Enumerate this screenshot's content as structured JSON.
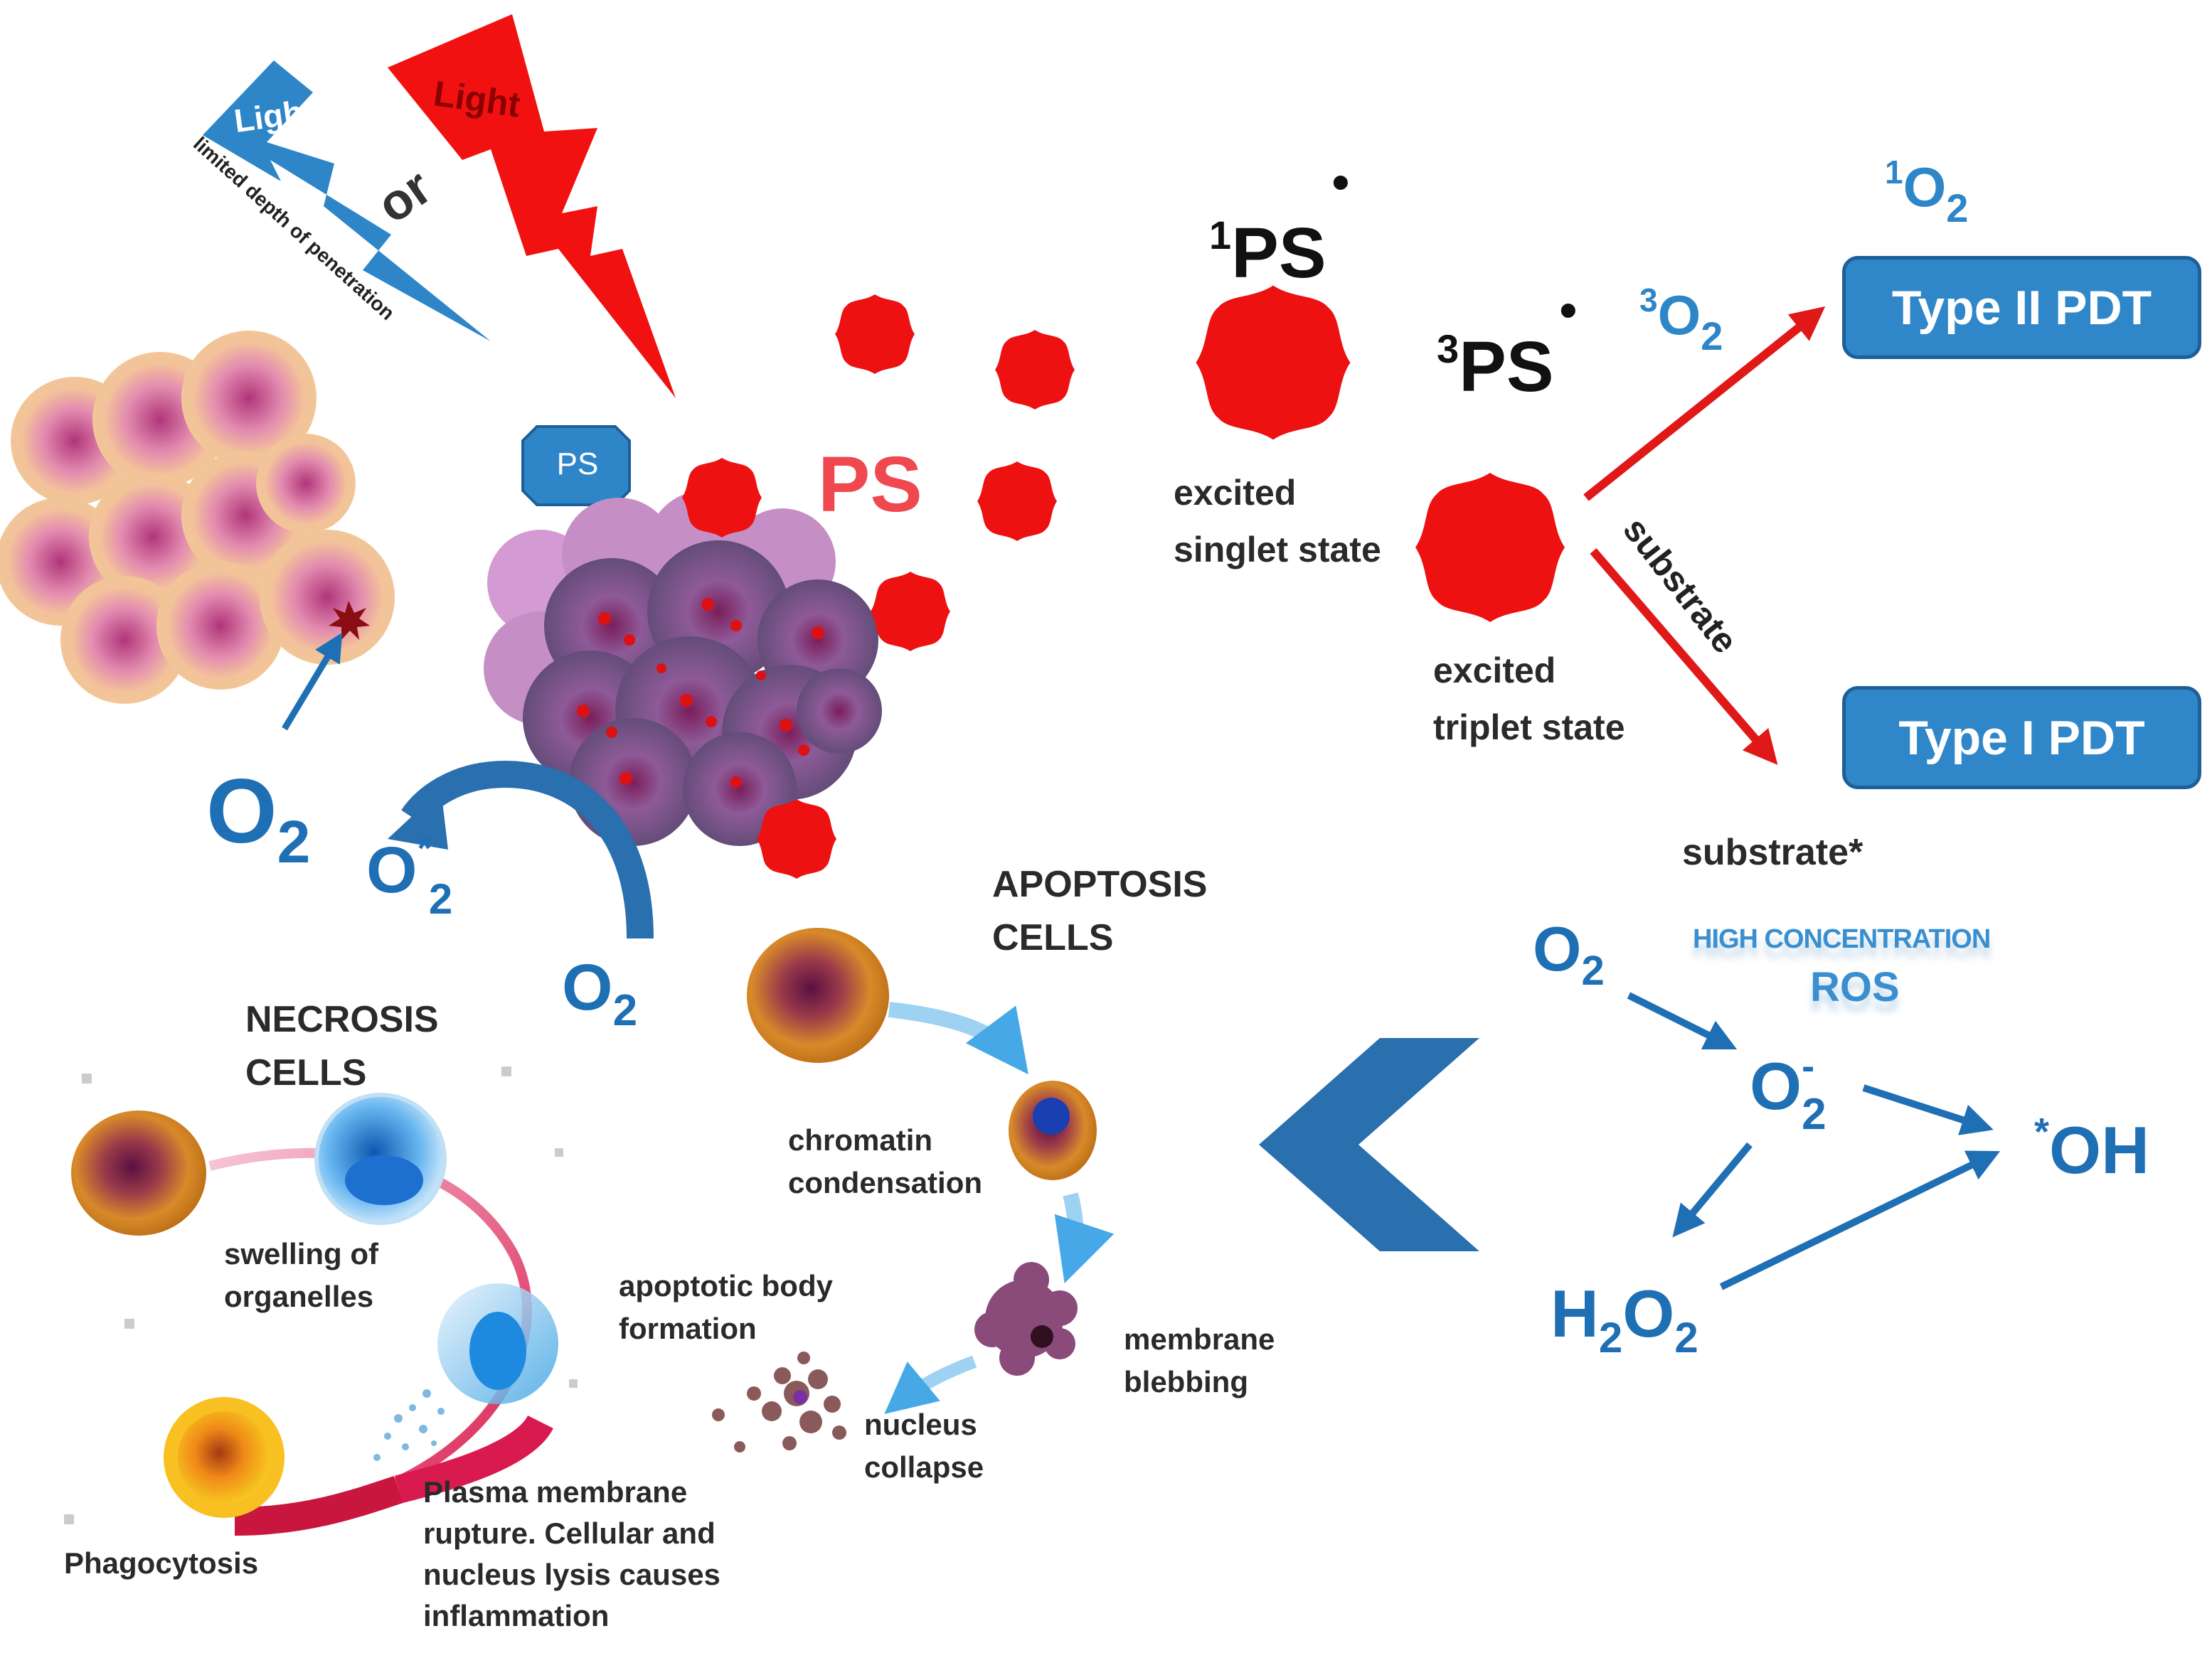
{
  "lights": {
    "blue_label": "Light",
    "red_label": "Light",
    "or_label": "or",
    "depth_note": "limited depth of penetration"
  },
  "ps": {
    "tag": "PS",
    "big": "PS",
    "singlet_symbol": "1PS",
    "singlet_desc": [
      "excited",
      "singlet state"
    ],
    "triplet_symbol": "3PS",
    "triplet_desc": [
      "excited",
      "triplet state"
    ]
  },
  "pathways": {
    "oxygen_triplet": "3O2",
    "oxygen_singlet": "1O2",
    "type2": "Type II PDT",
    "type1": "Type I PDT",
    "substrate_arrow": "substrate",
    "substrate_star": "substrate*"
  },
  "ros": {
    "header_line1": "HIGH CONCENTRATION",
    "header_line2": "ROS",
    "o2": "O2",
    "superoxide": "O-2",
    "hydroxyl": "*OH",
    "peroxide": "H2O2"
  },
  "left_oxygen": {
    "o2_big": "O2",
    "o2_star": "O*2",
    "o2_bottom": "O2"
  },
  "apoptosis": {
    "title": [
      "APOPTOSIS",
      "CELLS"
    ],
    "chromatin": [
      "chromatin",
      "condensation"
    ],
    "blebbing": [
      "membrane",
      "blebbing"
    ],
    "body": [
      "apoptotic body",
      "formation"
    ],
    "collapse": [
      "nucleus",
      "collapse"
    ]
  },
  "necrosis": {
    "title": [
      "NECROSIS",
      "CELLS"
    ],
    "swelling": [
      "swelling of",
      "organelles"
    ],
    "phagocytosis": "Phagocytosis",
    "rupture": [
      "Plasma membrane",
      "rupture. Cellular and",
      "nucleus lysis causes",
      "inflammation"
    ]
  },
  "colors": {
    "ps_red": "#ee1111",
    "arrow_red": "#e01818",
    "blue": "#1f6fb5",
    "box_blue": "#2f86c8",
    "light_blue": "#2e86c9",
    "light_red": "#f11111"
  }
}
